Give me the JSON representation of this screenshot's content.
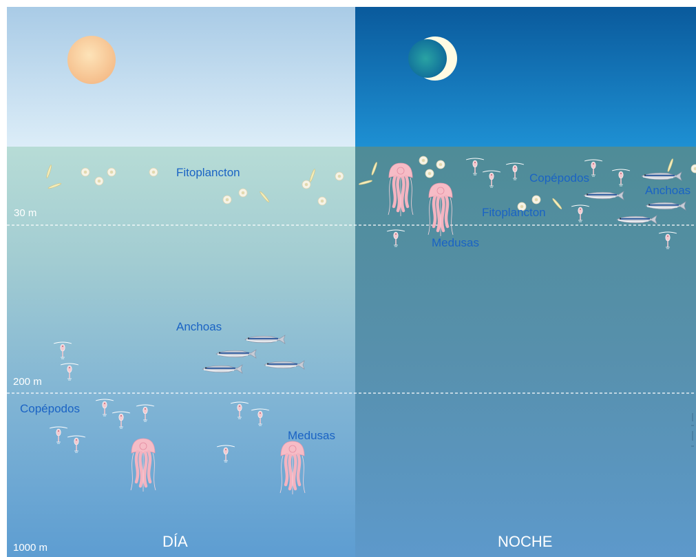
{
  "depths": {
    "d30": "30 m",
    "d200": "200 m",
    "d1000": "1000 m"
  },
  "day": {
    "title": "DÍA",
    "labels": {
      "fitoplancton": "Fitoplancton",
      "anchoas": "Anchoas",
      "copepodos": "Copépodos",
      "medusas": "Medusas"
    }
  },
  "night": {
    "title": "NOCHE",
    "labels": {
      "copepodos": "Copépodos",
      "anchoas": "Anchoas",
      "fitoplancton": "Fitoplancton",
      "medusas": "Medusas"
    }
  },
  "colors": {
    "day_sky_top": "#a9cbe6",
    "day_sky_bottom": "#d8ebf7",
    "night_sky_top": "#0a5a9c",
    "night_sky_bottom": "#1e8fd2",
    "label_blue": "#1a63c4",
    "jellyfish_pink": "#f5b9c4",
    "sun": "#f8c89a"
  },
  "icons": [
    "sun-icon",
    "crescent-moon-icon",
    "phytoplankton-icon",
    "anchovy-icon",
    "copepod-icon",
    "jellyfish-icon"
  ]
}
